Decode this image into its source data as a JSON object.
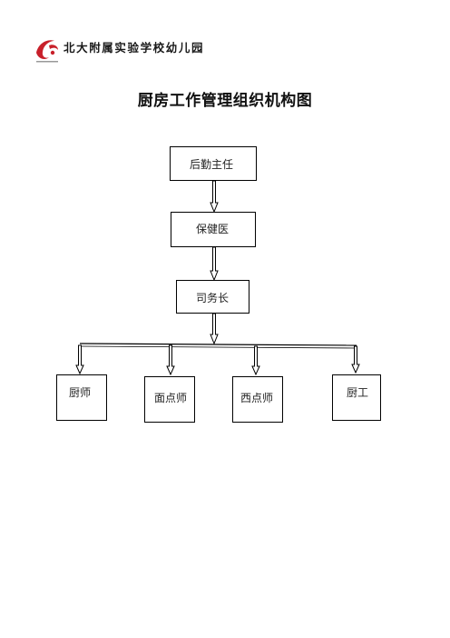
{
  "header": {
    "school_name": "北大附属实验学校幼儿园"
  },
  "title": "厨房工作管理组织机构图",
  "org_chart": {
    "root": "后勤主任",
    "level2": "保健医",
    "level3": "司务长",
    "subordinates": [
      "厨师",
      "面点师",
      "西点师",
      "厨工"
    ]
  },
  "colors": {
    "logo_red": "#c8202a",
    "line": "#000000"
  }
}
